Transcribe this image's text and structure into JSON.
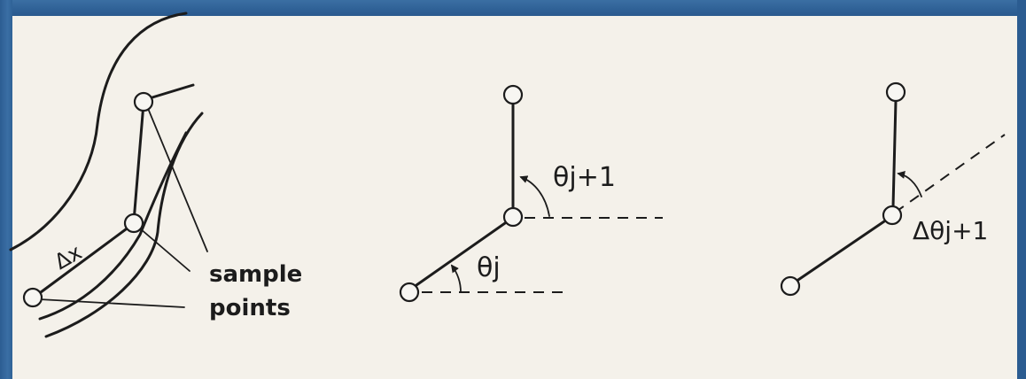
{
  "labels": {
    "delta_x": "Δx",
    "sample": "sample",
    "points": "points",
    "theta_j_plus_1": "θj+1",
    "theta_j": "θj",
    "delta_theta_j_plus_1": "Δθj+1"
  }
}
